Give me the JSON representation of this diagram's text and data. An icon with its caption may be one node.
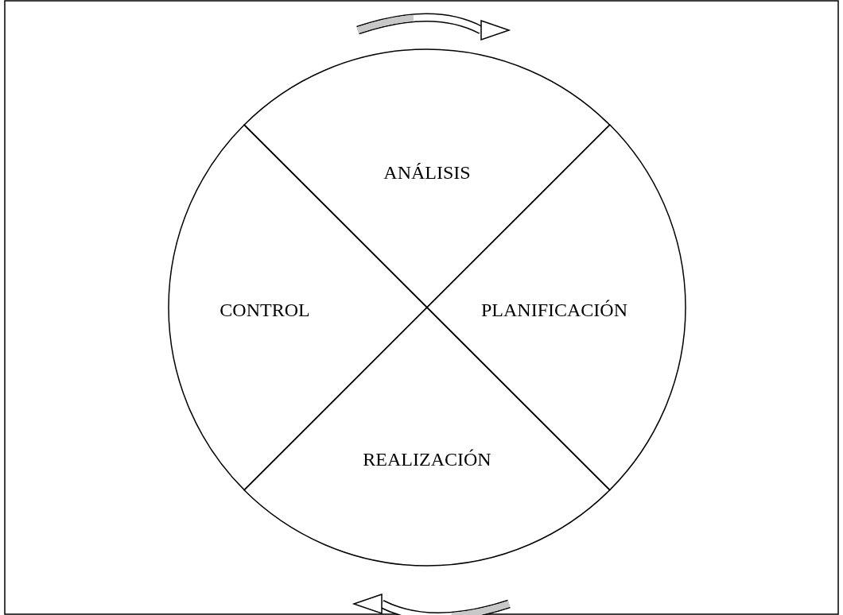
{
  "diagram": {
    "nodes": [
      {
        "text": [
          "ANÁLISIS"
        ]
      },
      {
        "text": [
          "CONTROL"
        ]
      },
      {
        "text": [
          "PLANIFICACIÓN"
        ]
      },
      {
        "text": [
          "REALIZACIÓN"
        ]
      }
    ],
    "edges": []
  }
}
